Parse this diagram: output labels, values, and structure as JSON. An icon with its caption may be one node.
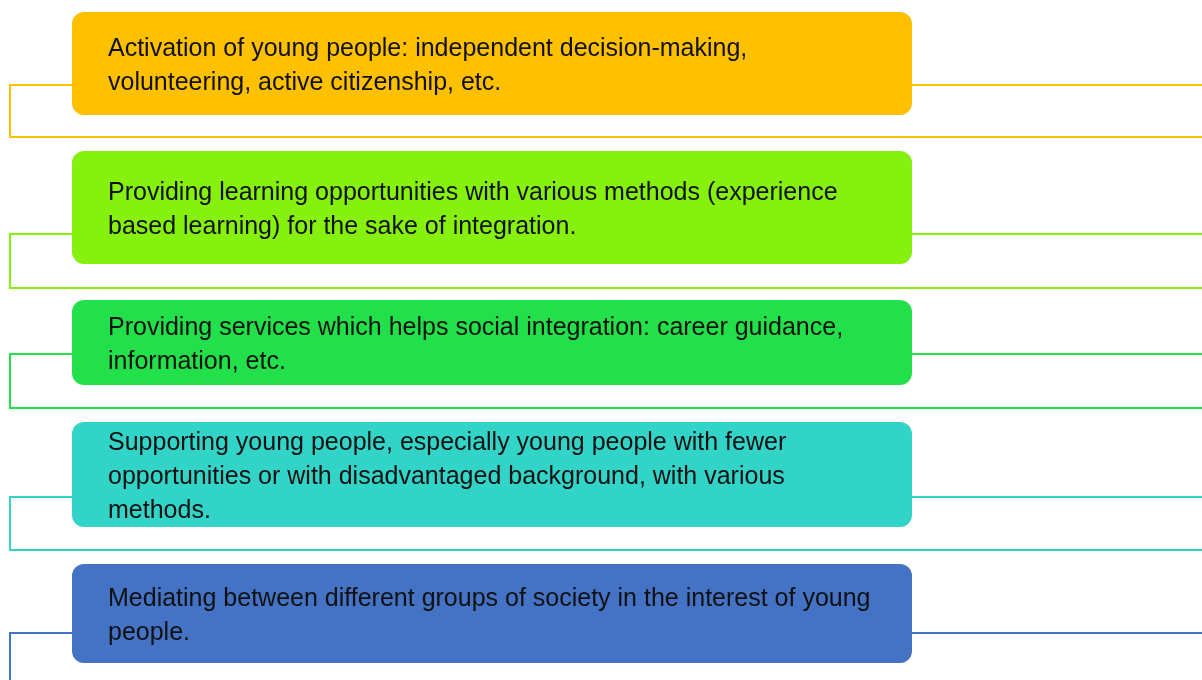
{
  "diagram": {
    "nodes": [
      {
        "text": [
          "Activation of young people: independent decision-making, volunteering, active citizenship, etc."
        ]
      },
      {
        "text": [
          "Providing learning opportunities with various methods (experience based learning) for the sake of integration."
        ]
      },
      {
        "text": [
          "Providing services which helps social integration: career guidance, information, etc."
        ]
      },
      {
        "text": [
          "Supporting young people, especially young people with fewer opportunities or with disadvantaged background, with various methods."
        ]
      },
      {
        "text": [
          "Mediating between different groups of society in the interest of young people."
        ]
      }
    ],
    "edges": []
  }
}
